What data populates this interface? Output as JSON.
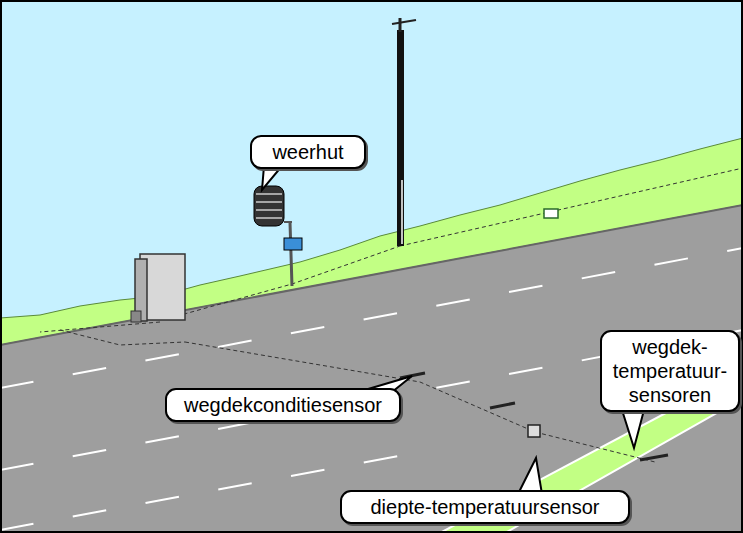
{
  "diagram": {
    "nodes": [
      {
        "text": [
          "weerhut"
        ]
      },
      {
        "text": [
          "wegdek- temperatuur- sensoren"
        ]
      },
      {
        "text": [
          "wegdekconditiesensor"
        ]
      },
      {
        "text": [
          "diepte-temperatuursensor"
        ]
      }
    ]
  }
}
